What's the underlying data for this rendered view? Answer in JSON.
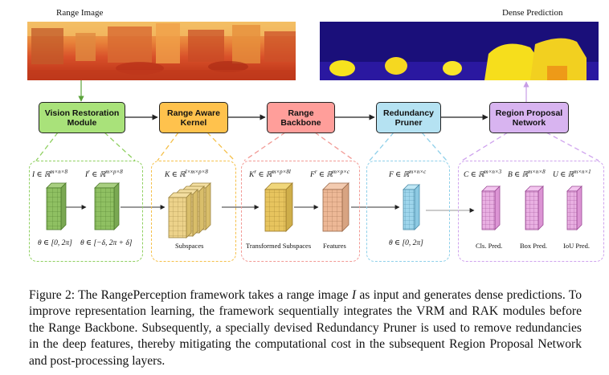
{
  "images": {
    "range_image_label": "Range Image",
    "dense_prediction_label": "Dense Prediction"
  },
  "modules": [
    {
      "id": "vrm",
      "label_line1": "Vision Restoration",
      "label_line2": "Module",
      "fill": "#a9e27a",
      "stroke": "#5aa33a"
    },
    {
      "id": "rak",
      "label_line1": "Range Aware",
      "label_line2": "Kernel",
      "fill": "#ffc24d",
      "stroke": "#e0a020"
    },
    {
      "id": "backbone",
      "label_line1": "Range",
      "label_line2": "Backbone",
      "fill": "#ff9e9a",
      "stroke": "#ef7f7f"
    },
    {
      "id": "pruner",
      "label_line1": "Redundancy",
      "label_line2": "Pruner",
      "fill": "#b5e2f2",
      "stroke": "#7ec8e3"
    },
    {
      "id": "rpn",
      "label_line1": "Region Proposal",
      "label_line2": "Network",
      "fill": "#d8b4f0",
      "stroke": "#c79de6"
    }
  ],
  "vrm_group": {
    "tensor1": "I ∈ ℝ^{m×n×8}",
    "tensor2": "I^r ∈ ℝ^{m×p×8}",
    "range1": "θ ∈ [0, 2π]",
    "range2": "θ ∈ [−δ, 2π + δ]"
  },
  "rak_group": {
    "tensor": "K ∈ ℝ^{l×m×p×8}",
    "caption": "Subspaces"
  },
  "backbone_group": {
    "tensor1": "K^r ∈ ℝ^{m×p×8l}",
    "tensor2": "F^r ∈ ℝ^{m×p×c}",
    "caption1": "Transformed Subspaces",
    "caption2": "Features"
  },
  "pruner_group": {
    "tensor": "F ∈ ℝ^{m×n×c}",
    "range": "θ ∈ [0, 2π]"
  },
  "rpn_group": {
    "tensor1": "C ∈ ℝ^{m×n×3}",
    "tensor2": "B ∈ ℝ^{m×n×8}",
    "tensor3": "U ∈ ℝ^{m×n×1}",
    "caption1": "Cls. Pred.",
    "caption2": "Box Pred.",
    "caption3": "IoU Pred."
  },
  "caption": {
    "prefix": "Figure 2: The RangePerception framework takes a range image ",
    "var": "I",
    "suffix": " as input and generates dense predictions. To improve representation learning, the framework sequentially integrates the VRM and RAK modules before the Range Backbone. Subsequently, a specially devised Redundancy Pruner is used to remove redundancies in the deep features, thereby mitigating the computational cost in the subsequent Region Proposal Network and post-processing layers."
  }
}
